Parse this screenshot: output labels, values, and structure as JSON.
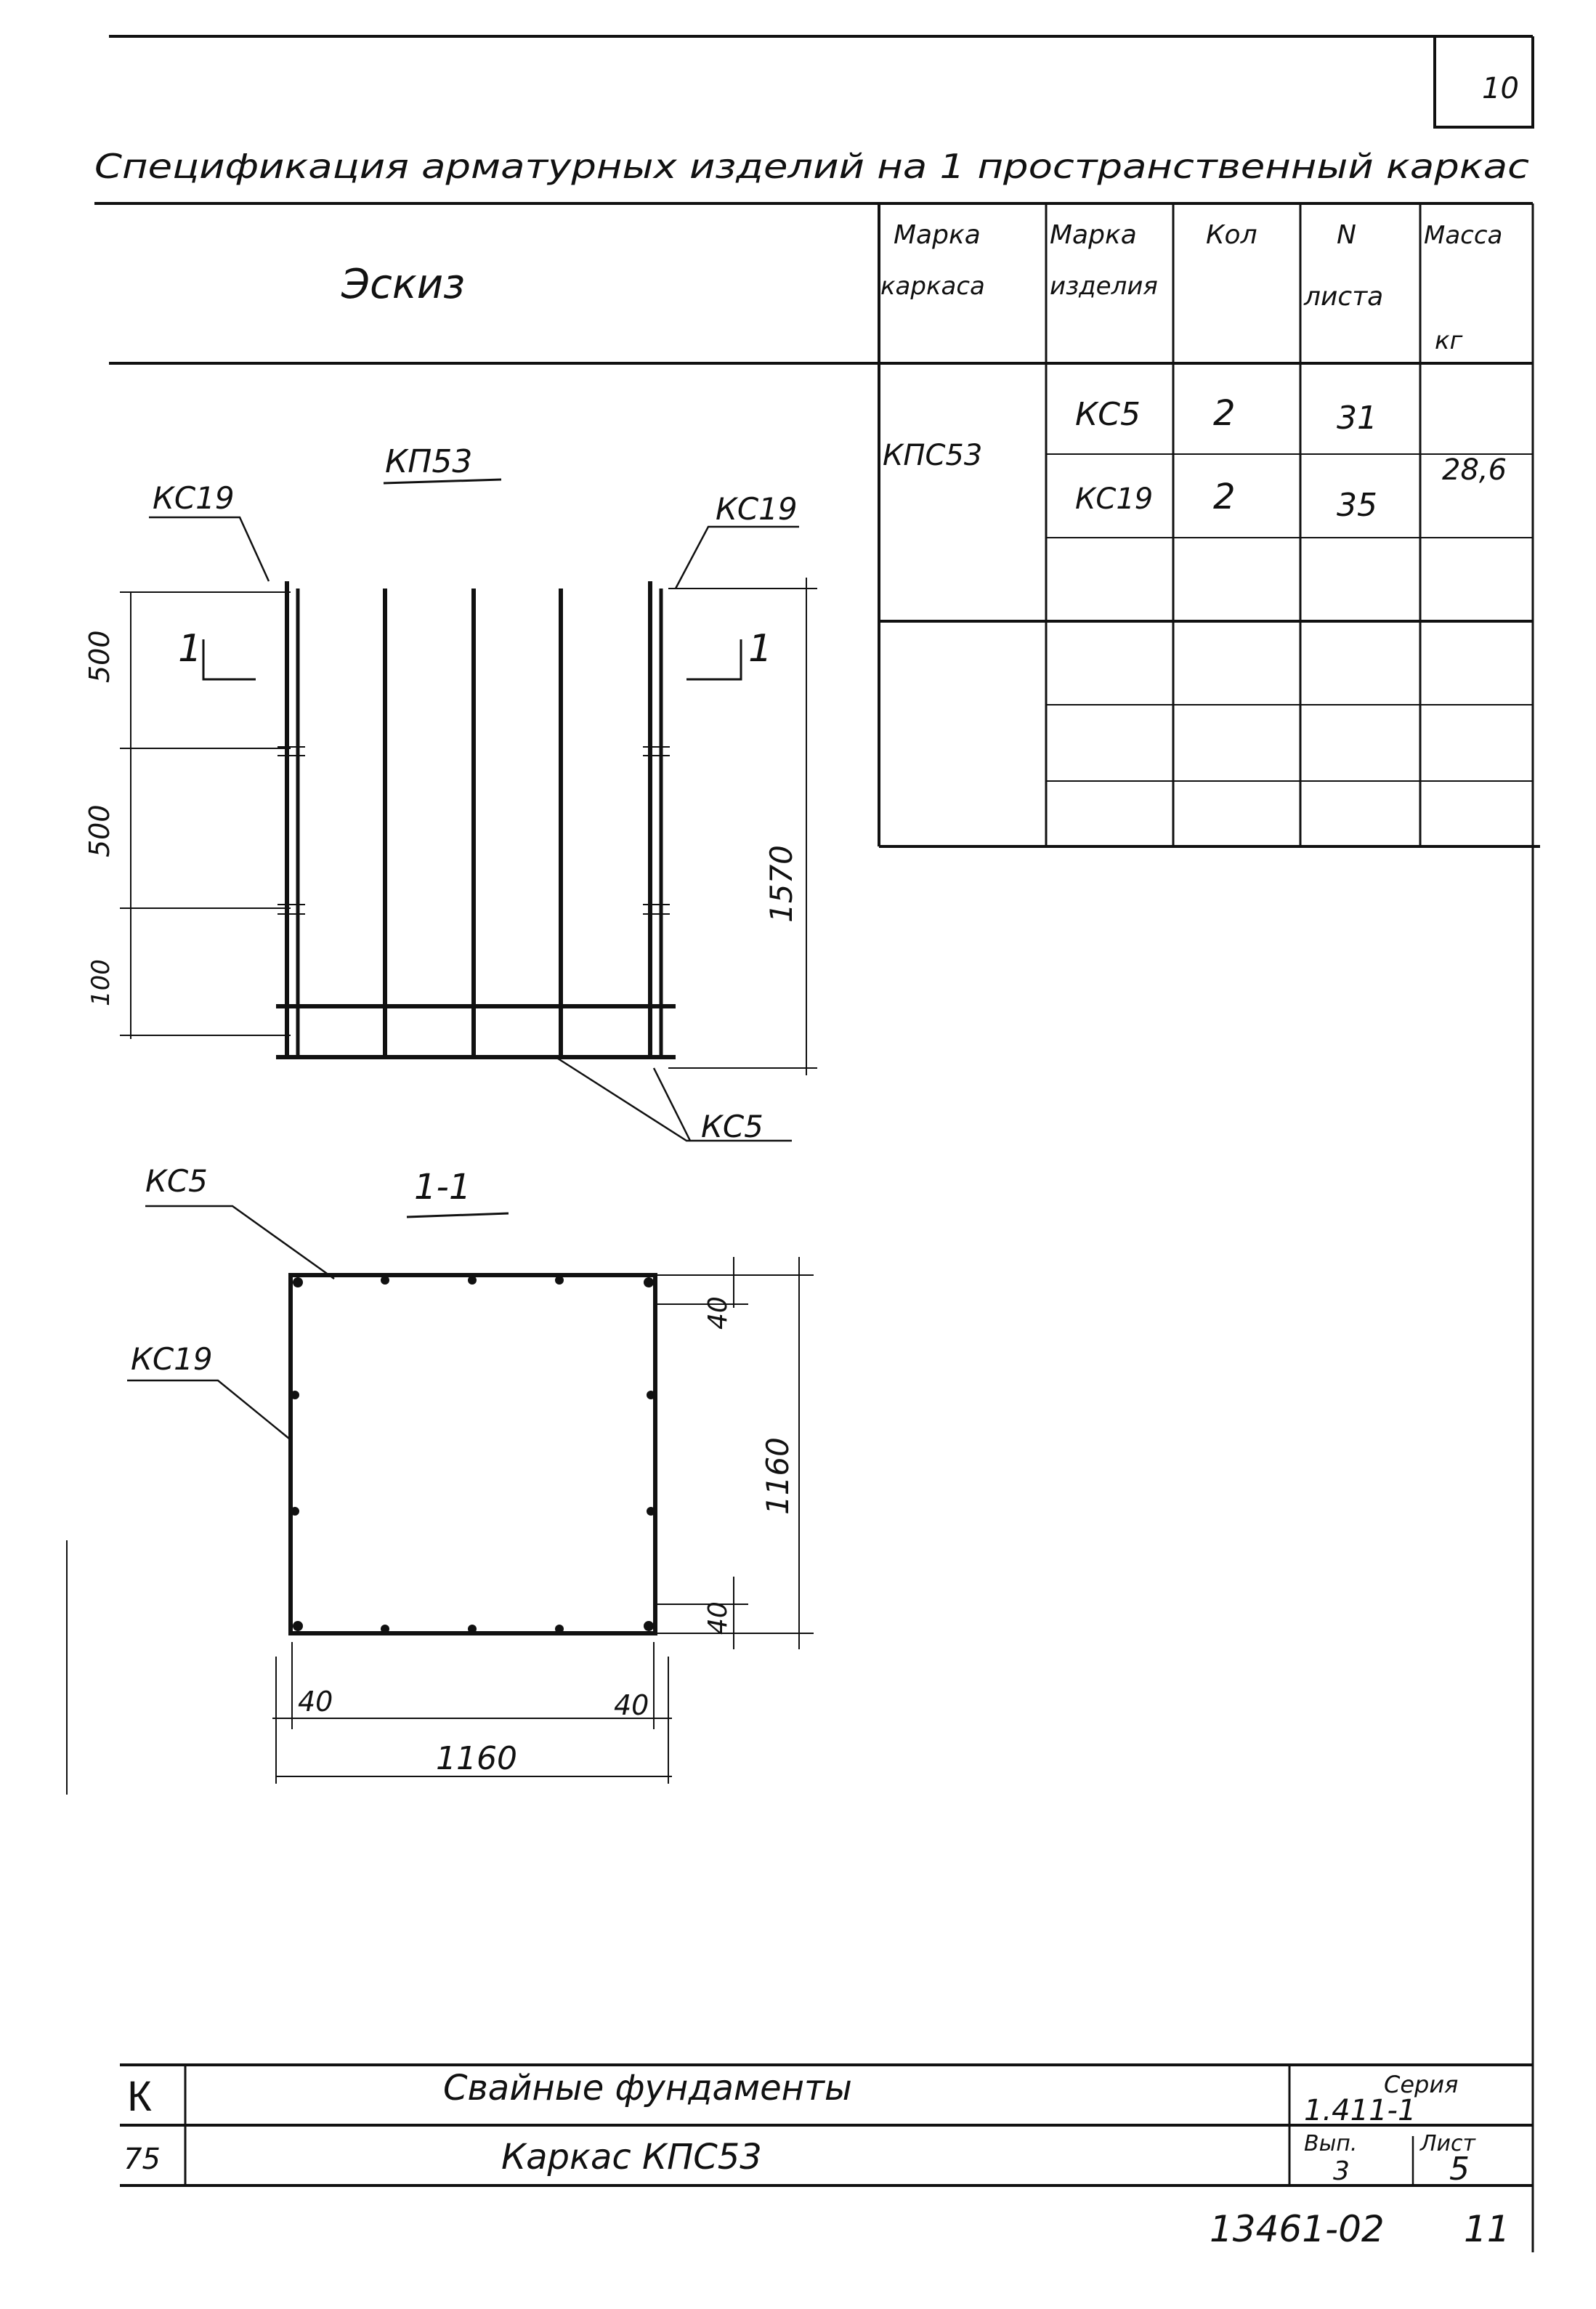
{
  "sheet": {
    "page_number": "10",
    "heading": "Спецификация арматурных изделий на 1 пространственный каркас",
    "bottom_code": "13461-02",
    "bottom_page": "11"
  },
  "spec_table": {
    "sketch_label": "Эскиз",
    "headers": {
      "frame_mark": [
        "Марка",
        "каркаса"
      ],
      "item_mark": [
        "Марка",
        "изделия"
      ],
      "qty": "Кол",
      "sheet_no": [
        "N",
        "листа"
      ],
      "mass": [
        "Масса",
        "кг"
      ]
    },
    "frame": "КПС53",
    "mass_value": "28,6",
    "rows": [
      {
        "item": "КС5",
        "qty": "2",
        "sheet": "31"
      },
      {
        "item": "КС19",
        "qty": "2",
        "sheet": "35"
      }
    ]
  },
  "drawing_elevation": {
    "title": "КП53",
    "label_left": "КС19",
    "label_right": "КС19",
    "label_bottom": "КС5",
    "section_mark": "1",
    "dims_left": [
      "500",
      "500",
      "100"
    ],
    "dim_height": "1570"
  },
  "drawing_section": {
    "title": "1-1",
    "label_top": "КС5",
    "label_side": "КС19",
    "dim_top_offset": "40",
    "dim_height": "1160",
    "dim_bottom_offset": "40",
    "dim_left_offset": "40",
    "dim_right_offset": "40",
    "dim_width": "1160"
  },
  "title_block": {
    "corner_letter": "К",
    "row_code": "75",
    "project_title": "Свайные фундаменты",
    "drawing_title": "Каркас КПС53",
    "series_label": "Серия",
    "series_value": "1.411-1",
    "issue_label": "Вып.",
    "issue_value": "3",
    "sheet_label": "Лист",
    "sheet_value": "5"
  }
}
